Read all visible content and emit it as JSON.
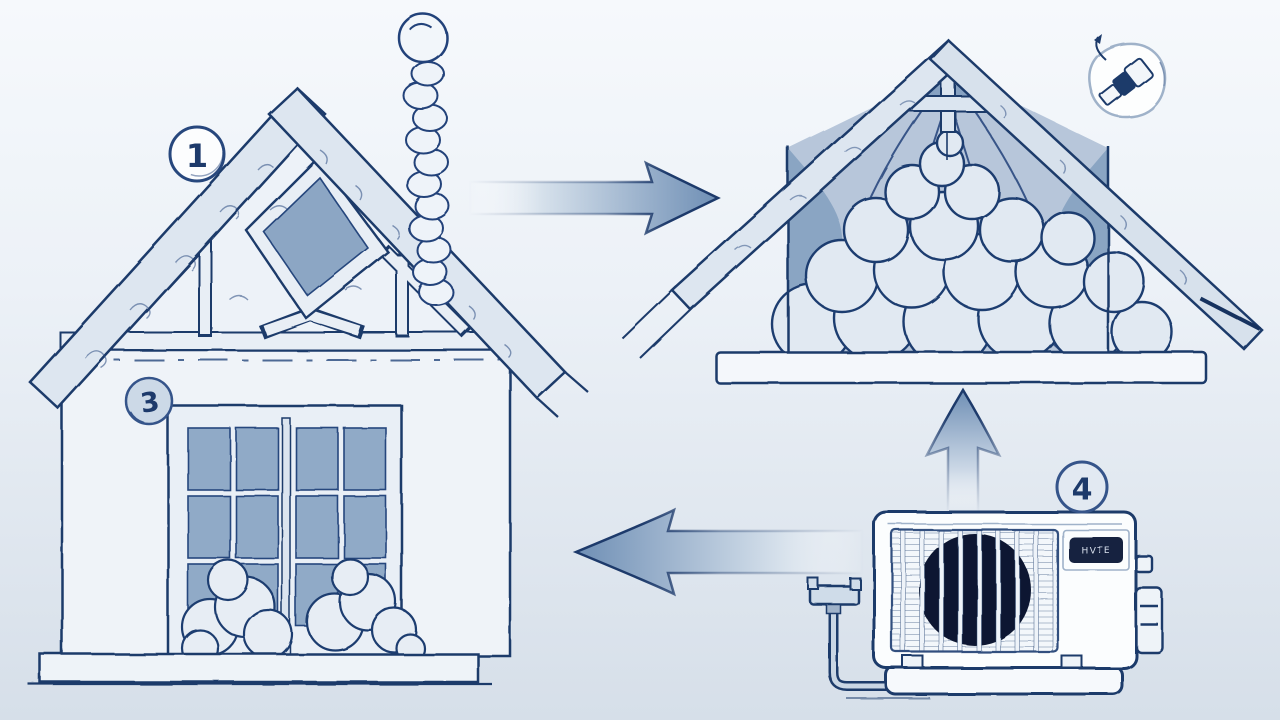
{
  "diagram": {
    "kind": "hand-drawn home insulation and heat pump illustration",
    "badges": [
      {
        "id": "step-1",
        "label": "1"
      },
      {
        "id": "step-3",
        "label": "3"
      },
      {
        "id": "step-4",
        "label": "4"
      }
    ],
    "heat_pump": {
      "brand_label": "HVTE"
    },
    "icons": [
      {
        "name": "tool-icon",
        "meaning": "sealant-tool badge near attic"
      }
    ],
    "palette": {
      "outline_navy": "#1d3a6b",
      "steel_blue": "#7f9bbd",
      "panel_blue": "#8ca6c4",
      "ceiling_blue": "#b7c6da",
      "insulation_light": "#e3eaf2",
      "fan_dark": "#0e1930",
      "label_plate_navy": "#18233f",
      "background_top": "#f6f9fc",
      "background_bottom": "#d6dfe9"
    }
  }
}
